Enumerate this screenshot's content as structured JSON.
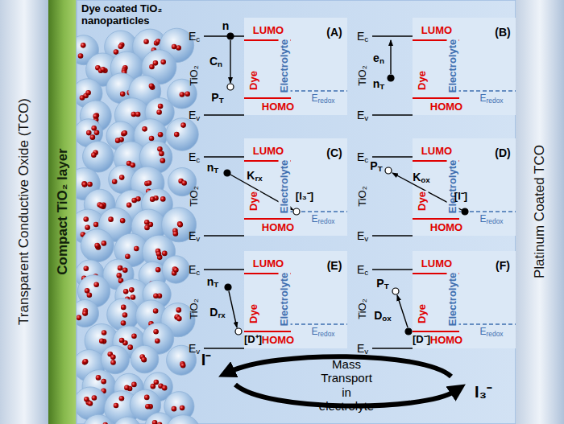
{
  "diagram": {
    "nodes": [
      {
        "text": [
          "Transparent Conductive Oxide (TCO)"
        ]
      },
      {
        "text": [
          "Compact TiO₂ layer"
        ]
      },
      {
        "text": [
          "Dye coated TiO₂ nanoparticles"
        ]
      },
      {
        "text": [
          "(A)",
          "LUMO",
          "Dye",
          "Electrolyte",
          "HOMO",
          "Eredox"
        ],
        "in": 2
      },
      {
        "text": [
          "(B)",
          "LUMO",
          "Dye",
          "Electrolyte",
          "HOMO",
          "Eredox"
        ],
        "in": 2
      },
      {
        "text": [
          "(C)",
          "LUMO",
          "Dye",
          "Electrolyte",
          "HOMO",
          "Eredox"
        ],
        "in": 2
      },
      {
        "text": [
          "(D)",
          "LUMO",
          "Dye",
          "Electrolyte",
          "HOMO",
          "Eredox"
        ],
        "in": 2
      },
      {
        "text": [
          "(E)",
          "LUMO",
          "Dye",
          "Electrolyte",
          "HOMO",
          "Eredox"
        ],
        "in": 2
      },
      {
        "text": [
          "(F)",
          "LUMO",
          "Dye",
          "Electrolyte",
          "HOMO",
          "Eredox"
        ],
        "in": 2
      },
      {
        "text": [
          "Mass Transport in electrolyte"
        ],
        "in": 2
      },
      {
        "text": [
          "Platinum Coated TCO"
        ]
      }
    ],
    "labels": [
      "Ec",
      "Ev",
      "TiO₂",
      "n",
      "Cn",
      "PT",
      "Ec",
      "Ev",
      "TiO₂",
      "en",
      "nT",
      "Ec",
      "Ev",
      "TiO₂",
      "nT",
      "Krx",
      "[I₃⁻]",
      "Ec",
      "Ev",
      "TiO₂",
      "PT",
      "Kox",
      "[I⁻]",
      "Ec",
      "Ev",
      "TiO₂",
      "nT",
      "Drx",
      "[D⁺]",
      "Ec",
      "Ev",
      "TiO₂",
      "PT",
      "Dox",
      "[D⁻]",
      "I⁻",
      "I₃⁻"
    ]
  }
}
